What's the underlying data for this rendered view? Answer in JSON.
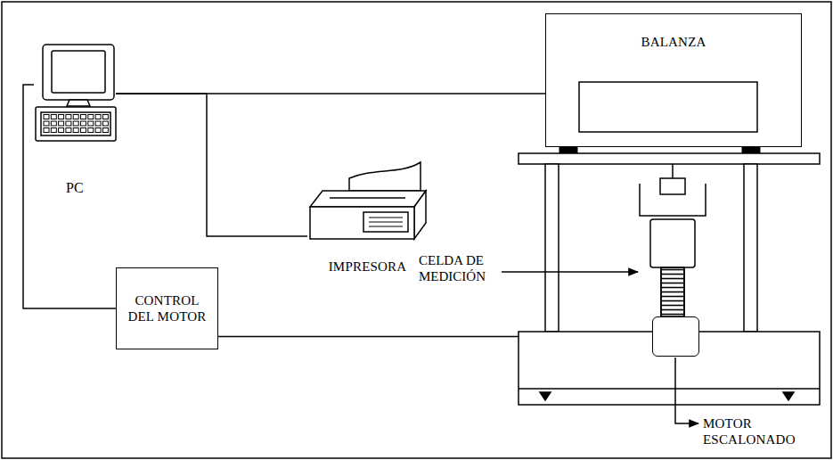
{
  "diagram": {
    "nodes": [
      {
        "text": [
          "PC"
        ]
      },
      {
        "text": [
          "IMPRESORA"
        ]
      },
      {
        "text": [
          "CONTROL DEL MOTOR"
        ]
      },
      {
        "text": [
          "BALANZA"
        ]
      },
      {
        "text": [
          "MOTOR ESCALONADO"
        ]
      }
    ],
    "edges": [
      {
        "from": 0,
        "to": 3,
        "arrow": "none"
      },
      {
        "from": 0,
        "to": 1,
        "arrow": "none"
      },
      {
        "from": 0,
        "to": 2,
        "arrow": "none"
      },
      {
        "from": 2,
        "to": 4,
        "arrow": "none"
      }
    ],
    "labels": [
      "CELDA DE MEDICIÓN"
    ]
  }
}
